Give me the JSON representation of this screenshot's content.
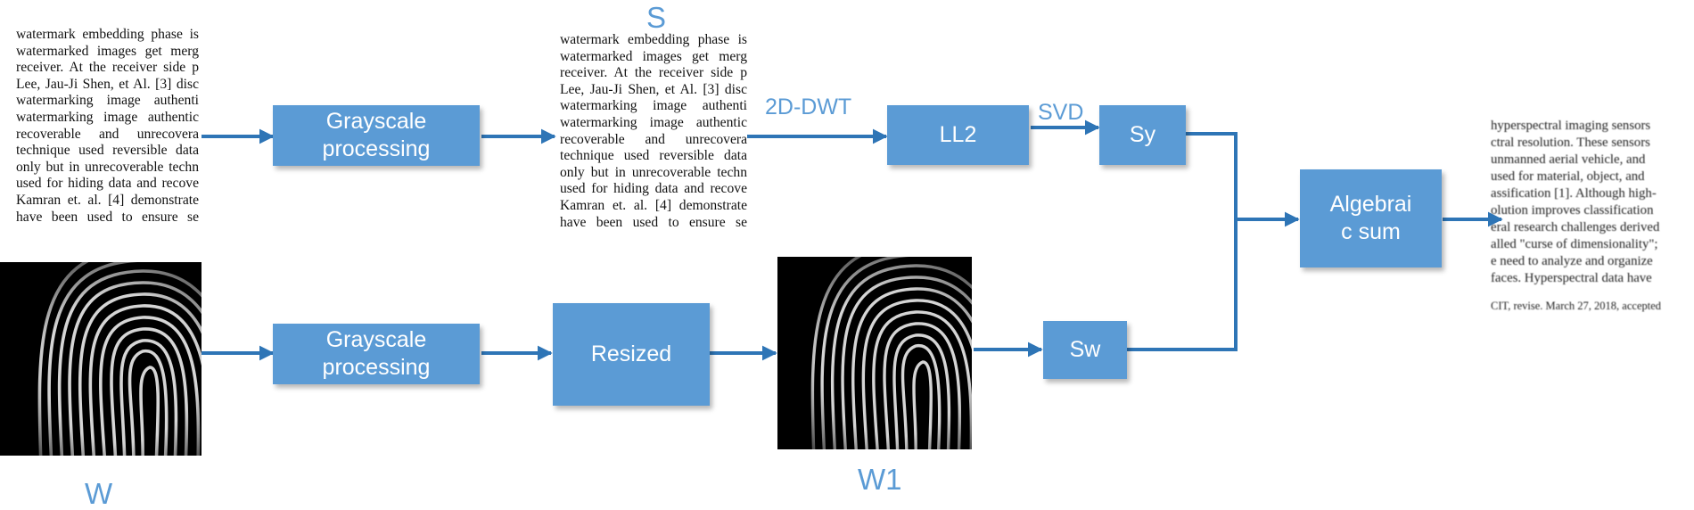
{
  "doc_left": {
    "lines": [
      "watermark embedding phase is",
      "watermarked images get merg",
      "receiver. At the receiver side p",
      "Lee, Jau-Ji Shen, et Al. [3] disc",
      "watermarking image authenti",
      "watermarking image authentic",
      "recoverable and unrecovera",
      "technique used reversible data",
      "only but in unrecoverable techn",
      "used for hiding data and recove",
      "Kamran et. al. [4] demonstrate",
      "have been used to ensure se"
    ]
  },
  "doc_mid": {
    "lines": [
      "watermark embedding phase is",
      "watermarked images get merg",
      "receiver. At the receiver side p",
      "Lee, Jau-Ji Shen, et Al. [3] disc",
      "watermarking image authenti",
      "watermarking image authentic",
      "recoverable and unrecovera",
      "technique used reversible data",
      "only but in unrecoverable techn",
      "used for hiding data and recove",
      "Kamran et. al. [4] demonstrate",
      "have been used to ensure se"
    ]
  },
  "doc_right": {
    "lines": [
      "hyperspectral imaging sensors",
      "ctral resolution. These sensors",
      "unmanned aerial vehicle, and",
      "used for material, object, and",
      "assification [1]. Although high-",
      "olution improves classification",
      "eral research challenges derived",
      "alled \"curse of dimensionality\";",
      "e need to analyze and organize",
      "faces. Hyperspectral data have",
      "",
      "CIT, revise. March 27, 2018, accepted"
    ]
  },
  "labels": {
    "s": "S",
    "w": "W",
    "w1": "W1",
    "dwt": "2D-DWT",
    "svd": "SVD"
  },
  "boxes": {
    "gray_top": "Grayscale\nprocessing",
    "gray_bottom": "Grayscale\nprocessing",
    "resized": "Resized",
    "ll2": "LL2",
    "sy": "Sy",
    "sw": "Sw",
    "algebraic": "Algebrai\nc sum"
  },
  "colors": {
    "box_fill": "#5b9bd5",
    "arrow": "#2e75b6",
    "label_text": "#5b9bd5",
    "box_text": "#ffffff"
  }
}
